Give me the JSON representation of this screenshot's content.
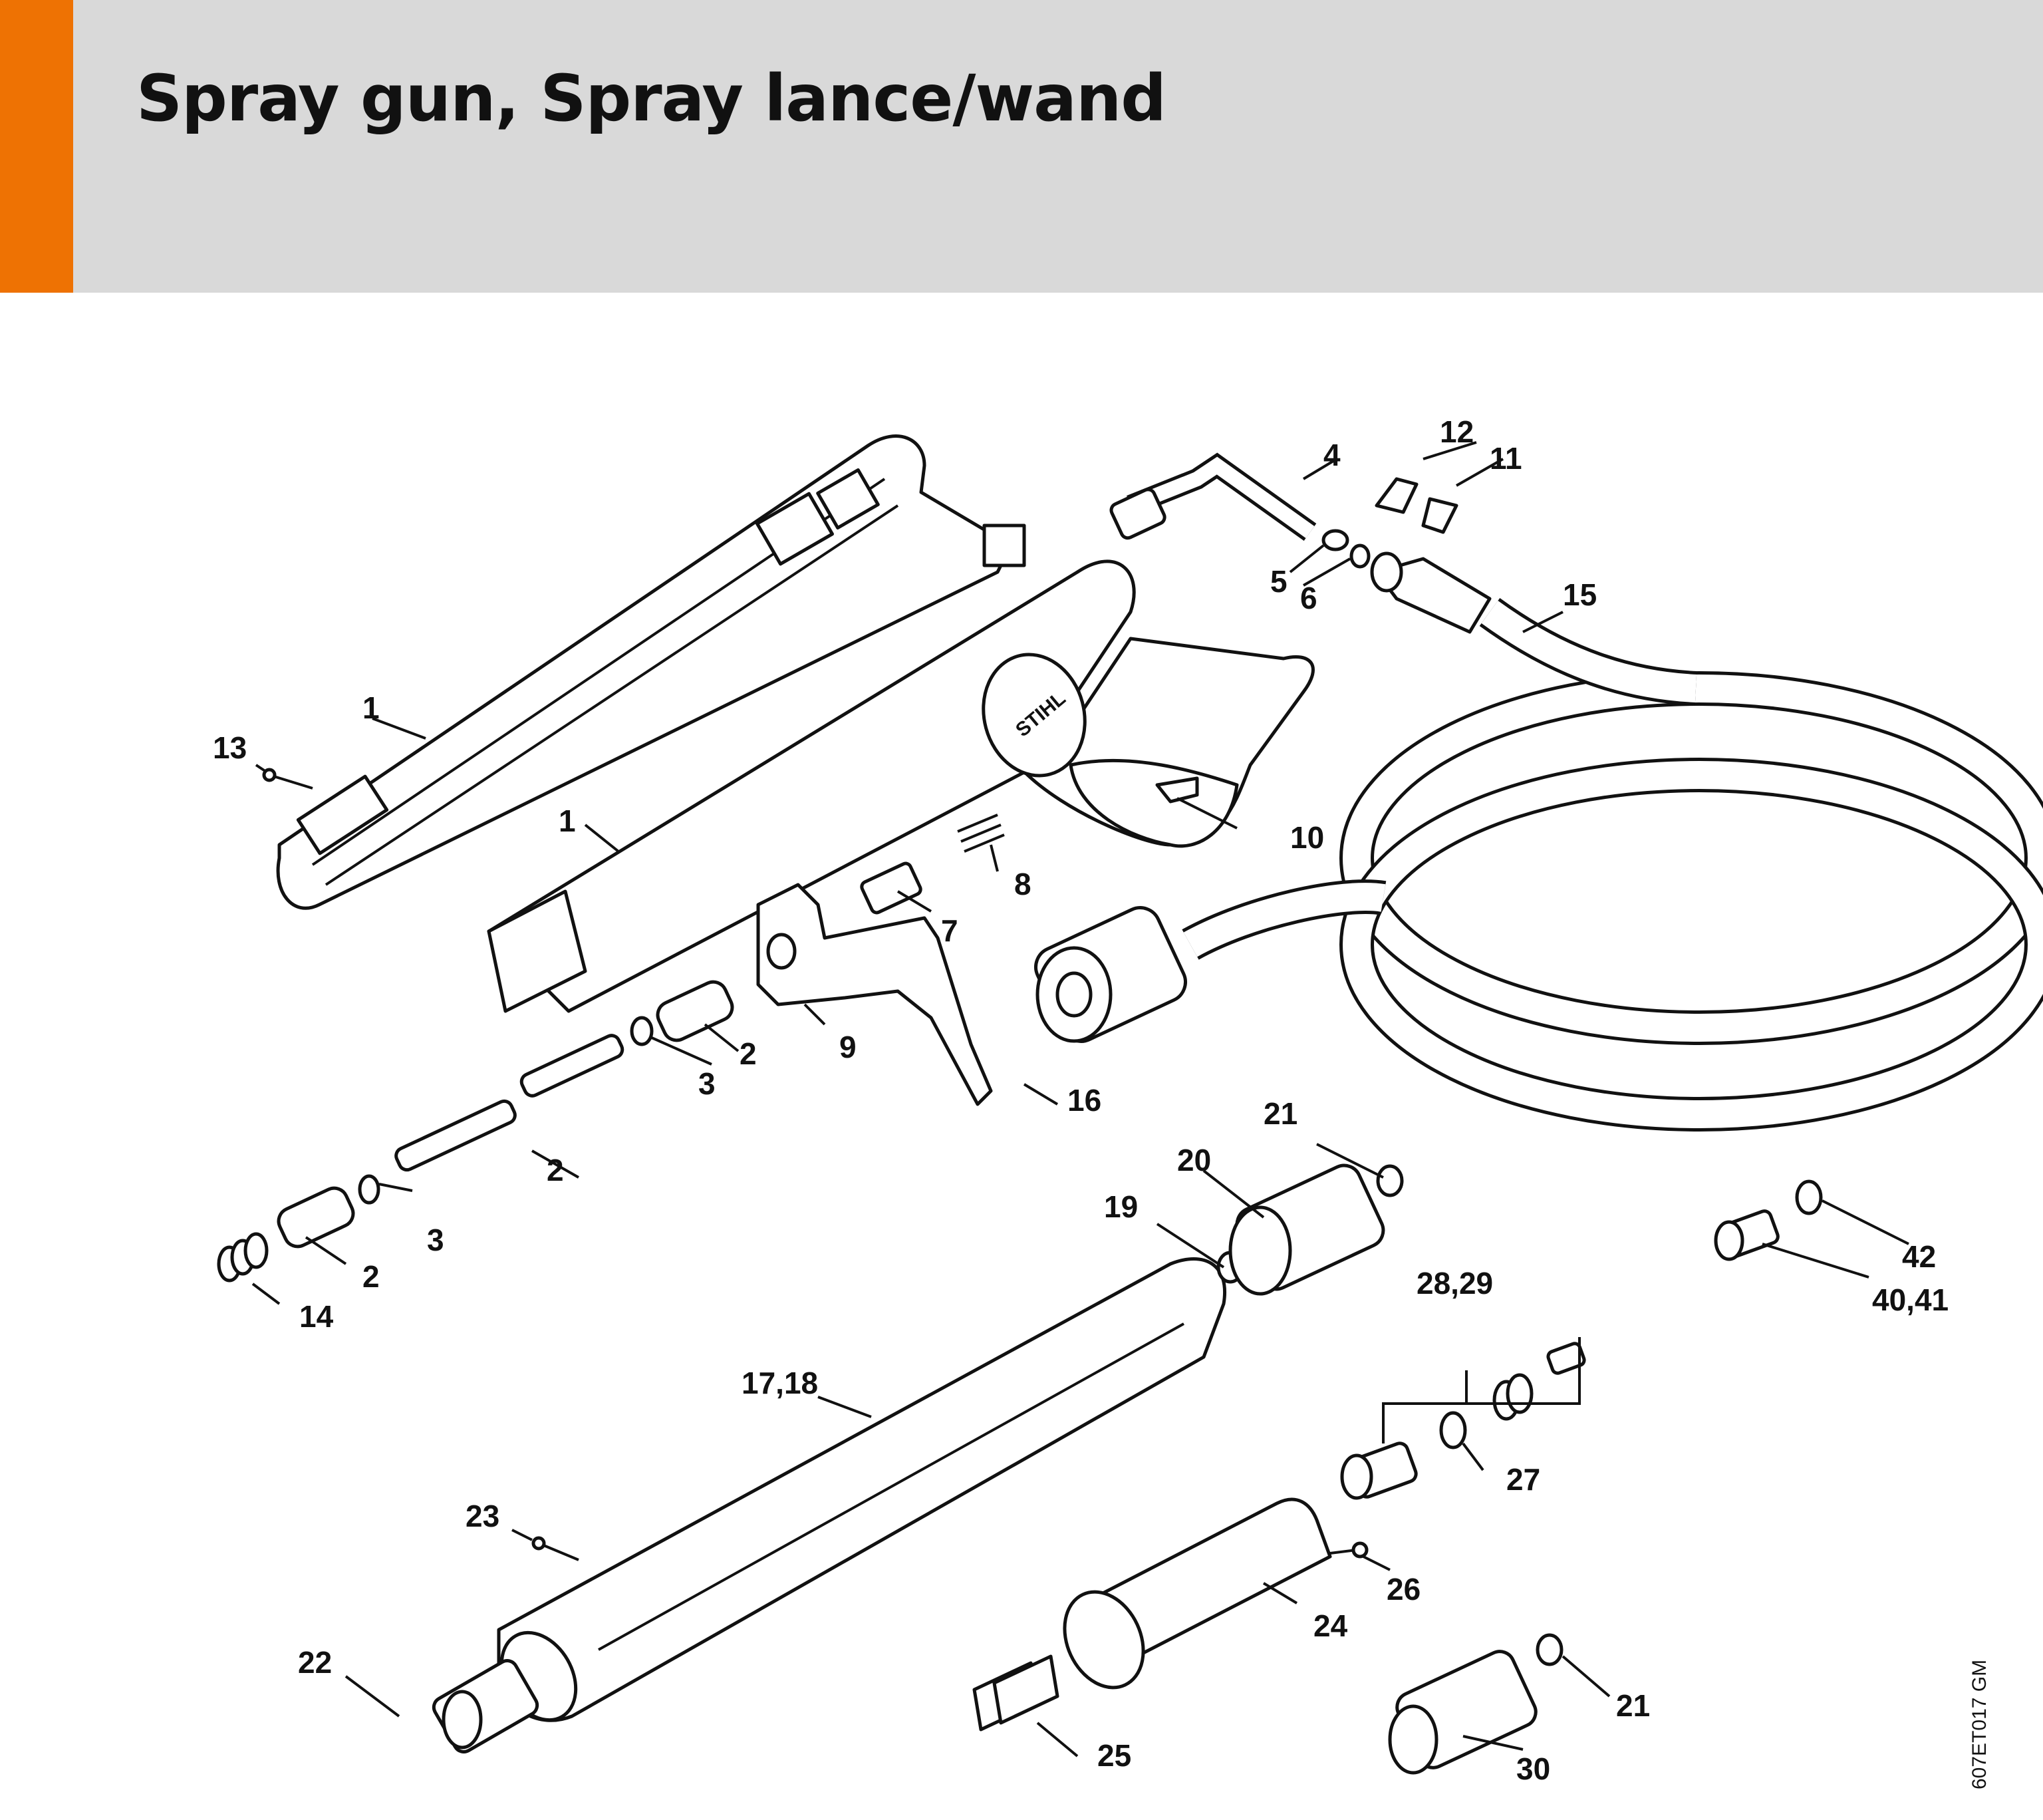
{
  "title": "Spray gun, Spray lance/wand",
  "colors": {
    "accent": "#ee7203",
    "header_bg": "#d9d9d9",
    "line": "#111111"
  },
  "logo": {
    "text": "STIHL"
  },
  "reference_code": "607ET017 GM",
  "callouts": {
    "c1a": "1",
    "c1b": "1",
    "c2a": "2",
    "c2b": "2",
    "c2c": "2",
    "c3a": "3",
    "c3b": "3",
    "c4": "4",
    "c5": "5",
    "c6": "6",
    "c7": "7",
    "c8": "8",
    "c9": "9",
    "c10": "10",
    "c11": "11",
    "c12": "12",
    "c13": "13",
    "c14": "14",
    "c15": "15",
    "c16": "16",
    "c1718": "17,18",
    "c19": "19",
    "c20": "20",
    "c21a": "21",
    "c21b": "21",
    "c22": "22",
    "c23": "23",
    "c24": "24",
    "c25": "25",
    "c26": "26",
    "c27": "27",
    "c2829": "28,29",
    "c30": "30",
    "c4041": "40,41",
    "c42": "42"
  }
}
